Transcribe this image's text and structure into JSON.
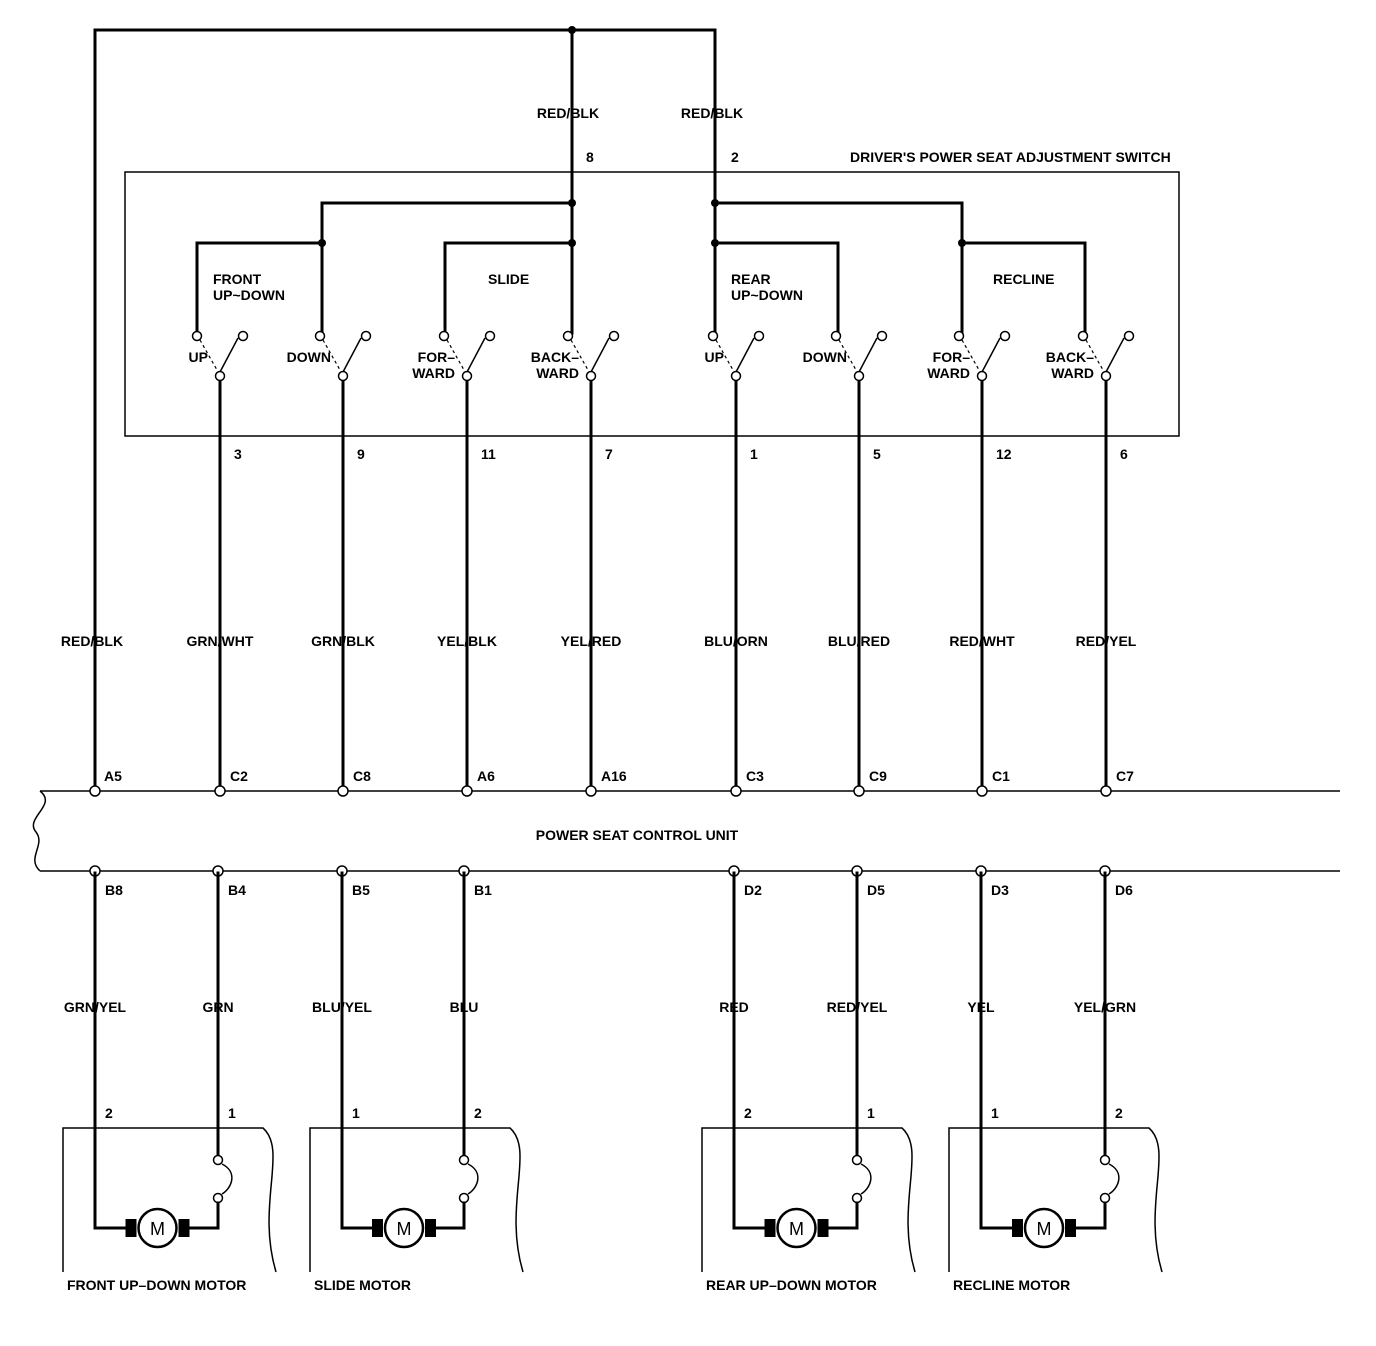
{
  "switch_box": {
    "title": "DRIVER'S POWER SEAT ADJUSTMENT SWITCH"
  },
  "supply": {
    "wire_left": "RED/BLK",
    "wire_center": "RED/BLK",
    "wire_right": "RED/BLK",
    "pin_left": "8",
    "pin_right": "2"
  },
  "groups": [
    {
      "label1": "FRONT",
      "label2": "UP~DOWN"
    },
    {
      "label1": "SLIDE",
      "label2": ""
    },
    {
      "label1": "REAR",
      "label2": "UP~DOWN"
    },
    {
      "label1": "RECLINE",
      "label2": ""
    }
  ],
  "switches": [
    {
      "label1": "UP",
      "label2": "",
      "pin": "3",
      "wire": "GRN/WHT",
      "ecu_pin": "C2"
    },
    {
      "label1": "DOWN",
      "label2": "",
      "pin": "9",
      "wire": "GRN/BLK",
      "ecu_pin": "C8"
    },
    {
      "label1": "FOR–",
      "label2": "WARD",
      "pin": "11",
      "wire": "YEL/BLK",
      "ecu_pin": "A6"
    },
    {
      "label1": "BACK–",
      "label2": "WARD",
      "pin": "7",
      "wire": "YEL/RED",
      "ecu_pin": "A16"
    },
    {
      "label1": "UP",
      "label2": "",
      "pin": "1",
      "wire": "BLU/ORN",
      "ecu_pin": "C3"
    },
    {
      "label1": "DOWN",
      "label2": "",
      "pin": "5",
      "wire": "BLU/RED",
      "ecu_pin": "C9"
    },
    {
      "label1": "FOR–",
      "label2": "WARD",
      "pin": "12",
      "wire": "RED/WHT",
      "ecu_pin": "C1"
    },
    {
      "label1": "BACK–",
      "label2": "WARD",
      "pin": "6",
      "wire": "RED/YEL",
      "ecu_pin": "C7"
    }
  ],
  "feed": {
    "wire": "RED/BLK",
    "ecu_pin": "A5"
  },
  "control_unit": {
    "title": "POWER SEAT CONTROL UNIT"
  },
  "motor_wires": [
    {
      "ecu_pin": "B8",
      "wire": "GRN/YEL",
      "motor_pin": "2"
    },
    {
      "ecu_pin": "B4",
      "wire": "GRN",
      "motor_pin": "1"
    },
    {
      "ecu_pin": "B5",
      "wire": "BLU/YEL",
      "motor_pin": "1"
    },
    {
      "ecu_pin": "B1",
      "wire": "BLU",
      "motor_pin": "2"
    },
    {
      "ecu_pin": "D2",
      "wire": "RED",
      "motor_pin": "2"
    },
    {
      "ecu_pin": "D5",
      "wire": "RED/YEL",
      "motor_pin": "1"
    },
    {
      "ecu_pin": "D3",
      "wire": "YEL",
      "motor_pin": "1"
    },
    {
      "ecu_pin": "D6",
      "wire": "YEL/GRN",
      "motor_pin": "2"
    }
  ],
  "motors": [
    {
      "name": "FRONT UP–DOWN MOTOR",
      "symbol": "M"
    },
    {
      "name": "SLIDE MOTOR",
      "symbol": "M"
    },
    {
      "name": "REAR UP–DOWN MOTOR",
      "symbol": "M"
    },
    {
      "name": "RECLINE MOTOR",
      "symbol": "M"
    }
  ]
}
